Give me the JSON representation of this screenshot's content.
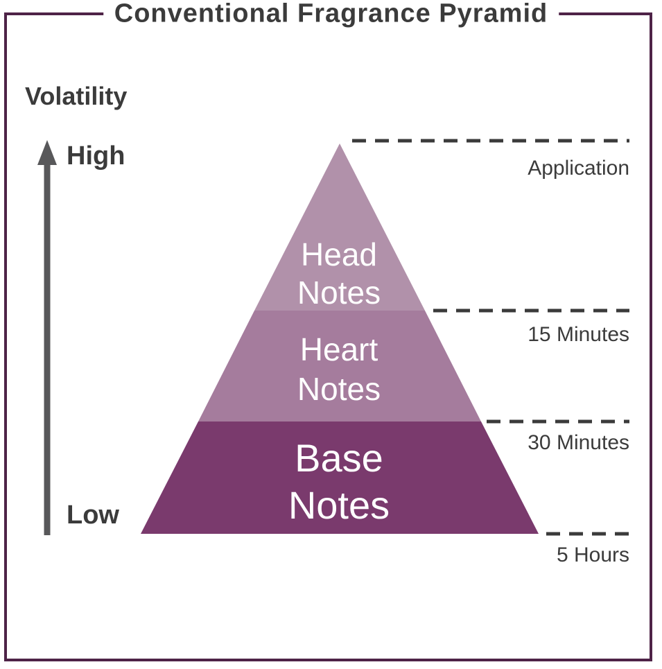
{
  "title": "Conventional Fragrance Pyramid",
  "volatility_axis": {
    "label": "Volatility",
    "high_label": "High",
    "low_label": "Low"
  },
  "pyramid": {
    "tiers": [
      {
        "name": "head-notes",
        "line1": "Head",
        "line2": "Notes",
        "color": "#b191aa"
      },
      {
        "name": "heart-notes",
        "line1": "Heart",
        "line2": "Notes",
        "color": "#a57c9d"
      },
      {
        "name": "base-notes",
        "line1": "Base",
        "line2": "Notes",
        "color": "#7a3a6d"
      }
    ]
  },
  "timeline": {
    "markers": [
      {
        "label": "Application"
      },
      {
        "label": "15 Minutes"
      },
      {
        "label": "30 Minutes"
      },
      {
        "label": "5 Hours"
      }
    ]
  },
  "colors": {
    "frame_border": "#4e2347",
    "text": "#3b3b3b",
    "arrow": "#58585a",
    "tier_text": "#ffffff"
  }
}
